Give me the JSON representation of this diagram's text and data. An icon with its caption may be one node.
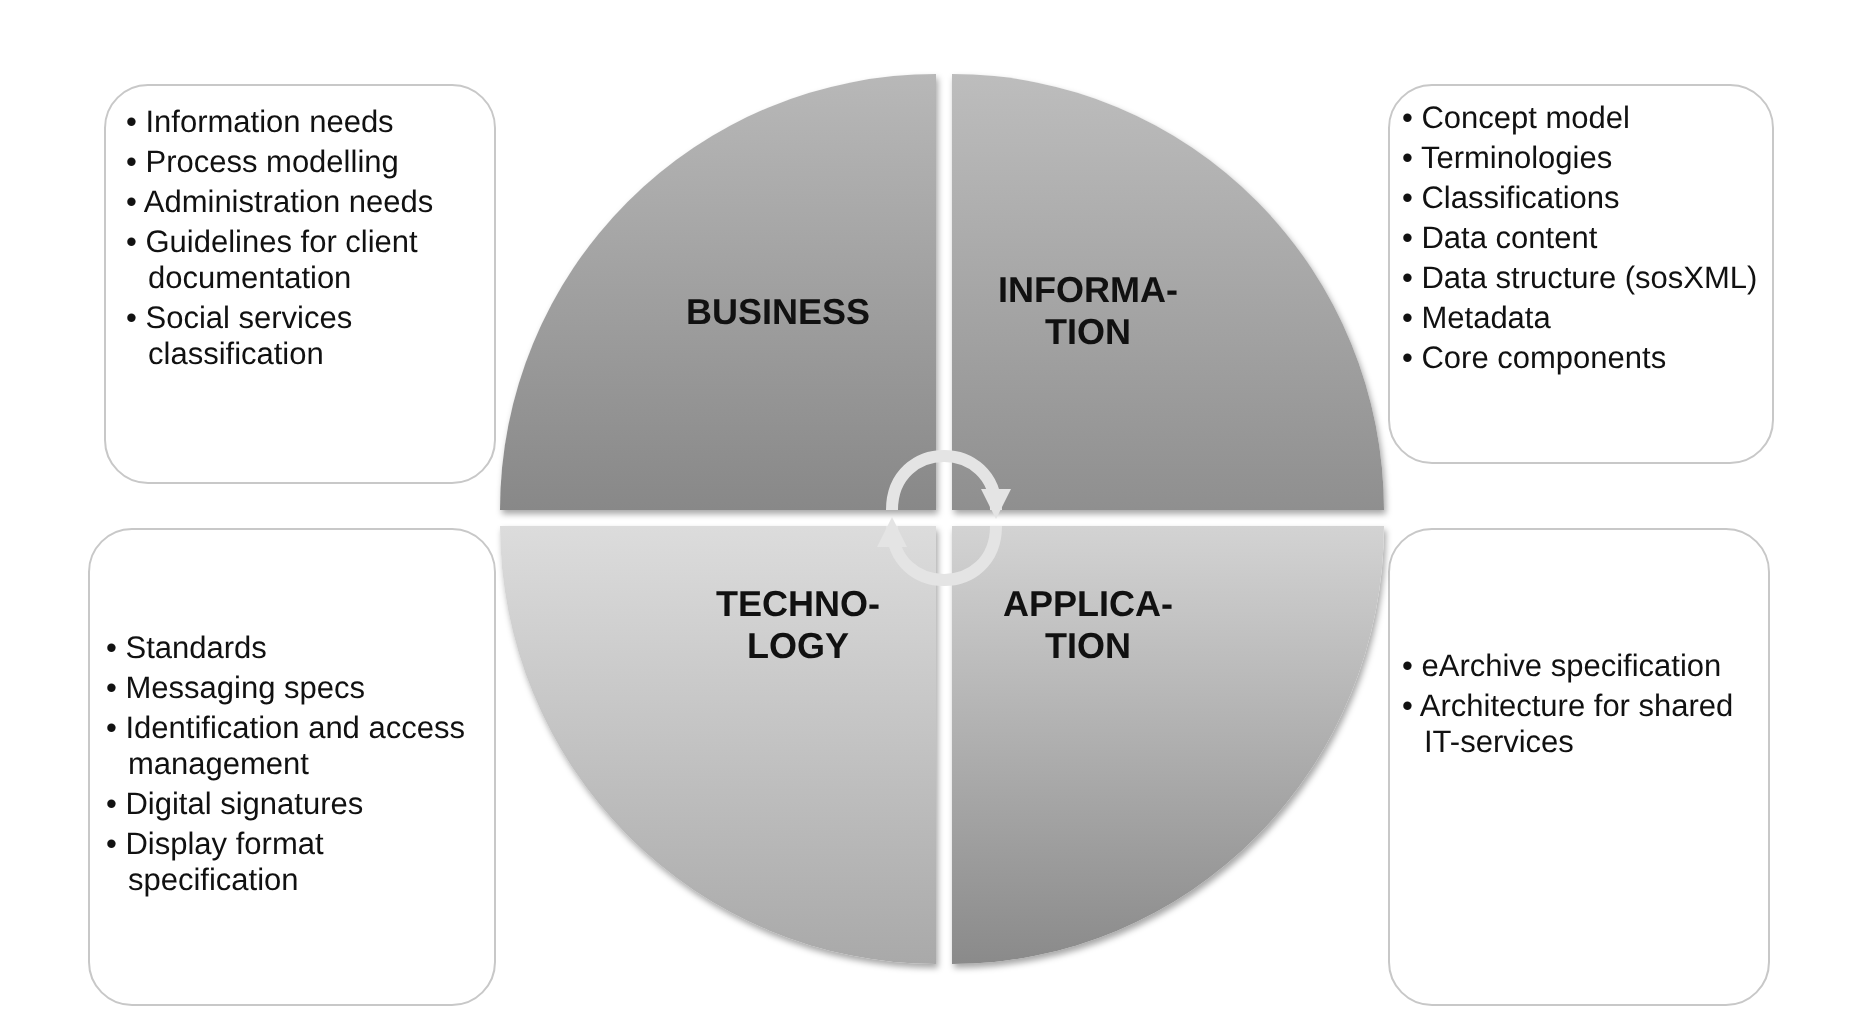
{
  "diagram": {
    "nodes": [
      {
        "text": [
          "• Information needs",
          "• Process modelling",
          "• Administration needs",
          "• Guidelines for client documentation",
          "• Social services classification"
        ]
      },
      {
        "text": [
          "BUSINESS"
        ]
      },
      {
        "text": [
          "INFORMA- TION"
        ]
      },
      {
        "text": [
          "• Concept model",
          "• Terminologies",
          "• Classifications",
          "• Data content",
          "• Data structure (sosXML)",
          "• Metadata",
          "• Core components"
        ]
      },
      {
        "text": [
          "• Standards",
          "• Messaging specs",
          "• Identification and access management",
          "• Digital signatures",
          "• Display format specification"
        ]
      },
      {
        "text": [
          "TECHNO- LOGY"
        ]
      },
      {
        "text": [
          "APPLICA- TION"
        ]
      },
      {
        "text": [
          "• eArchive specification",
          "• Architecture for shared IT-services"
        ]
      }
    ],
    "edges": [
      {
        "from": 1,
        "to": 2,
        "arrow": "to"
      },
      {
        "from": 6,
        "to": 5,
        "arrow": "to"
      }
    ]
  }
}
